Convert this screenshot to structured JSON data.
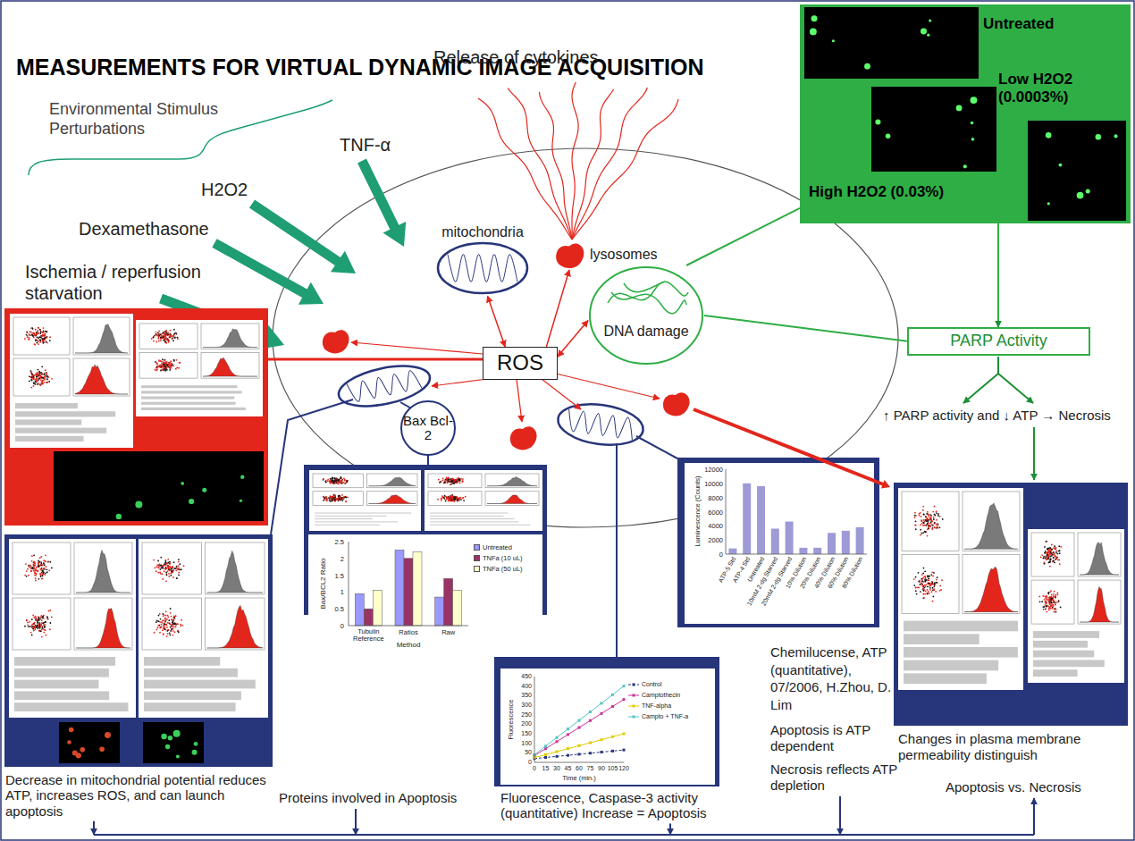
{
  "diagram": {
    "title": "MEASUREMENTS FOR VIRTUAL DYNAMIC IMAGE ACQUISITION",
    "nodes": [
      {
        "text": [
          "ROS"
        ]
      },
      {
        "text": [
          "mitochondria"
        ]
      },
      {
        "text": [
          "lysosomes"
        ]
      },
      {
        "text": [
          "DNA damage"
        ]
      },
      {
        "text": [
          "Bax Bcl-2"
        ]
      },
      {
        "text": [
          "Untreated",
          "Low H2O2 (0.0003%)",
          "High H2O2 (0.03%)"
        ]
      },
      {
        "text": [
          "PARP Activity"
        ]
      }
    ],
    "edges": [
      {
        "from": 0,
        "to": 1,
        "arrow": "both"
      },
      {
        "from": 0,
        "to": 2,
        "arrow": "to"
      },
      {
        "from": 0,
        "to": 3,
        "arrow": "both"
      },
      {
        "from": 3,
        "to": 6,
        "arrow": "none"
      },
      {
        "from": 3,
        "to": 5,
        "arrow": "none"
      },
      {
        "from": 5,
        "to": 6,
        "arrow": "to"
      }
    ],
    "labels": [
      "Environmental Stimulus Perturbations",
      "TNF-α",
      "H2O2",
      "Dexamethasone",
      "Ischemia / reperfusion starvation",
      "Release of cytokines",
      "↑ PARP activity and ↓ ATP → Necrosis",
      "2.5",
      "2",
      "1.5",
      "1",
      "0.5",
      "0",
      "Bax/BCL2 Ratio",
      "Tubulin Reference",
      "Ratios",
      "Raw",
      "Method",
      "12000",
      "10000",
      "8000",
      "6000",
      "4000",
      "2000",
      "0",
      "Luminescence (Counts)",
      "ATP-5 Std",
      "ATP-4 Std",
      "Untreated",
      "10mM 2-dg Starved",
      "20mM 2-dg Starved",
      "10% Dilution",
      "20% Dilution",
      "40% Dilution",
      "60% Dilution",
      "80% Dilution",
      "450",
      "400",
      "350",
      "300",
      "250",
      "200",
      "150",
      "100",
      "50",
      "0",
      "Fluorescence",
      "0",
      "15",
      "30",
      "45",
      "60",
      "75",
      "90",
      "105",
      "120",
      "Time (min.)",
      "Chemilucense, ATP (quantitative), 07/2006, H.Zhou, D. Lim",
      "Apoptosis is ATP dependent",
      "Necrosis reflects ATP depletion",
      "Changes in plasma membrane permeability distinguish",
      "Apoptosis vs. Necrosis",
      "Decrease in mitochondrial potential reduces ATP, increases ROS, and can launch apoptosis",
      "Proteins involved in Apoptosis",
      "Fluorescence, Caspase-3 activity (quantitative) Increase = Apoptosis"
    ],
    "legend": [
      {
        "text": "Untreated",
        "color": "#9999ff"
      },
      {
        "text": "TNFa (10 uL)",
        "color": "#993366"
      },
      {
        "text": "TNFa (50 uL)",
        "color": "#ffffcc"
      },
      {
        "text": "Control"
      },
      {
        "text": "Camptothecin"
      },
      {
        "text": "TNF-alpha"
      },
      {
        "text": "Campto + TNF-a"
      }
    ]
  }
}
